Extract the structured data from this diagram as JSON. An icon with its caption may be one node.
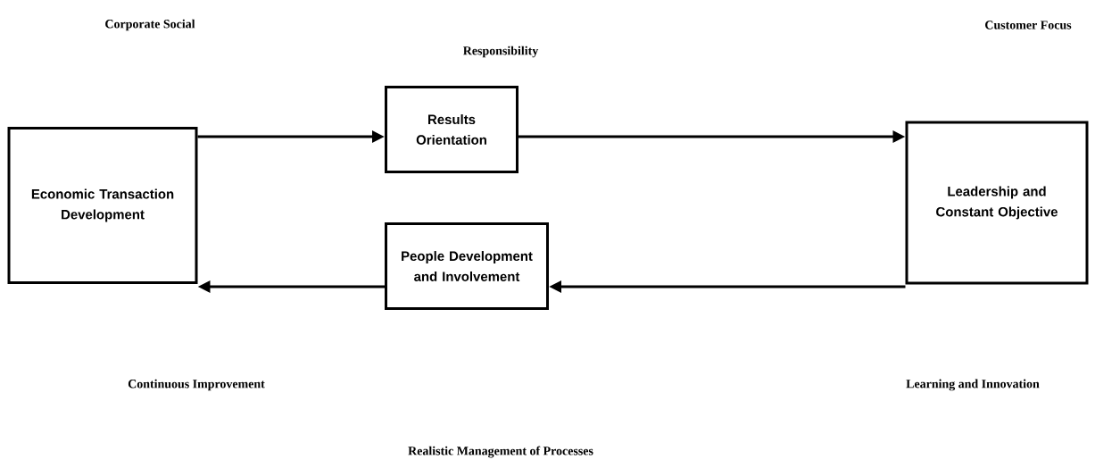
{
  "diagram": {
    "nodes": [
      {
        "text": [
          "Economic Transaction Development"
        ]
      },
      {
        "text": [
          "Results Orientation"
        ]
      },
      {
        "text": [
          "Leadership and Constant Objective"
        ]
      },
      {
        "text": [
          "People Development and Involvement"
        ]
      }
    ],
    "edges": [
      {
        "from": 0,
        "to": 1,
        "arrow": "to"
      },
      {
        "from": 1,
        "to": 2,
        "arrow": "to"
      },
      {
        "from": 2,
        "to": 3,
        "arrow": "to"
      },
      {
        "from": 3,
        "to": 0,
        "arrow": "to"
      }
    ],
    "labels": [
      "Corporate Social",
      "Customer Focus",
      "Responsibility",
      "Continuous Improvement",
      "Learning and Innovation",
      "Realistic Management of Processes"
    ]
  }
}
